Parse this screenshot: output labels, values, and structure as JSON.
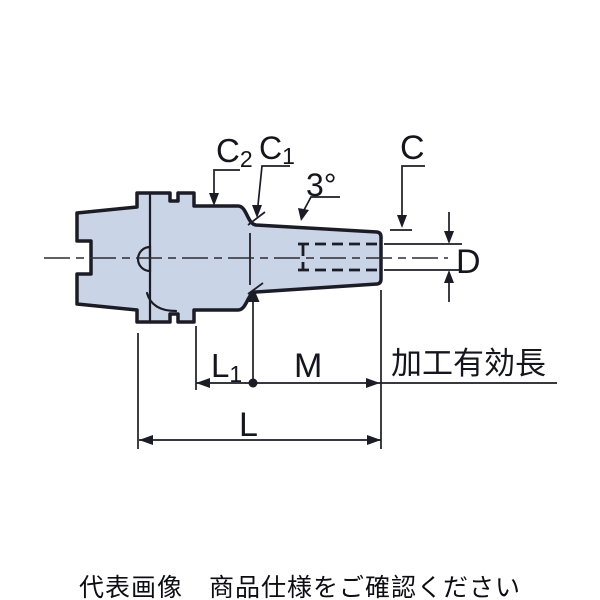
{
  "colors": {
    "body_fill": "#c9d4e6",
    "line": "#1c1c26"
  },
  "labels": {
    "c2": {
      "main": "C",
      "sub": "2"
    },
    "c1": {
      "main": "C",
      "sub": "1"
    },
    "angle": "3°",
    "c": "C",
    "d": "D",
    "l1": {
      "main": "L",
      "sub": "1"
    },
    "m": "M",
    "effective_length": "加工有効長",
    "l": "L"
  },
  "caption": "代表画像　商品仕様をご確認ください"
}
